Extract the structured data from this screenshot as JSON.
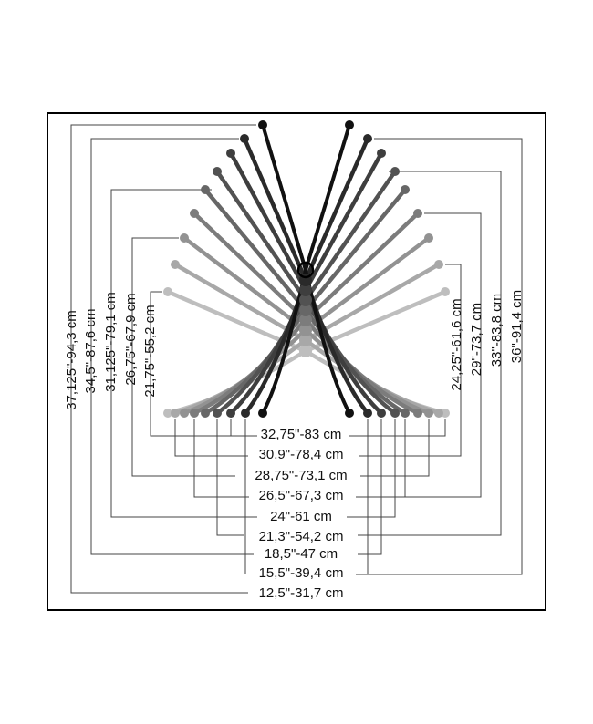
{
  "colors": {
    "frame": "#000000",
    "leader": "#444444",
    "shades": [
      "#111111",
      "#2a2a2a",
      "#3e3e3e",
      "#525252",
      "#676767",
      "#7c7c7c",
      "#929292",
      "#a8a8a8",
      "#bebebe"
    ]
  },
  "left_labels": [
    "37,125\"-94,3 cm",
    "34,5\"-87,6 cm",
    "31,125\"-79,1 cm",
    "26,75\"-67,9 cm",
    "21,75\"-55,2 cm"
  ],
  "right_labels": [
    "24,25\"-61,6 cm",
    "29\"-73,7 cm",
    "33\"-83,8 cm",
    "36\"-91,4 cm"
  ],
  "bottom_labels": [
    "32,75\"-83 cm",
    "30,9\"-78,4 cm",
    "28,75\"-73,1 cm",
    "26,5\"-67,3 cm",
    "24\"-61 cm",
    "21,3\"-54,2 cm",
    "18,5\"-47 cm",
    "15,5\"-39,4 cm",
    "12,5\"-31,7 cm"
  ]
}
